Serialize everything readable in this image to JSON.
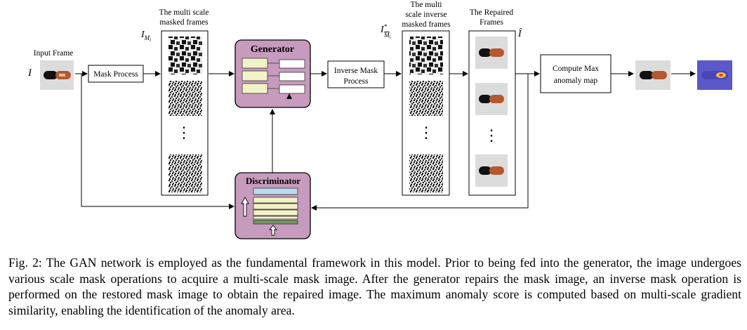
{
  "diagram": {
    "input_frame_label": "Input Frame",
    "input_symbol": "I",
    "mask_process": "Mask Process",
    "masked_frames_title_1": "The multi scale",
    "masked_frames_title_2": "masked frames",
    "masked_frames_symbol": "I",
    "masked_frames_subscript": "M",
    "masked_frames_subsub": "i",
    "generator": "Generator",
    "discriminator": "Discriminator",
    "inverse_mask_1": "Inverse Mask",
    "inverse_mask_2": "Process",
    "inverse_frames_title_1": "The multi",
    "inverse_frames_title_2": "scale inverse",
    "inverse_frames_title_3": "masked frames",
    "inverse_symbol": "I",
    "inverse_sup": "*",
    "inverse_sub": "M",
    "inverse_subsub": "i",
    "repaired_title_1": "The Repaired",
    "repaired_title_2": "Frames",
    "repaired_symbol": "Î",
    "compute_1": "Compute Max",
    "compute_2": "anomaly map",
    "ellipsis": "⋮"
  },
  "caption": "Fig. 2: The GAN network is employed as the fundamental framework in this model. Prior to being fed into the generator, the image undergoes various scale mask operations to acquire a multi-scale mask image. After the generator repairs the mask image, an inverse mask operation is performed on the restored mask image to obtain the repaired image. The maximum anomaly score is computed based on multi-scale gradient similarity, enabling the identification of the anomaly area.",
  "colors": {
    "module_fill": "#c79bbd",
    "layer_fill": "#f2f2c8",
    "disc_top": "#bcd9ef",
    "disc_bottom": "#6f9a5a",
    "heatmap": "#5b58c9"
  }
}
